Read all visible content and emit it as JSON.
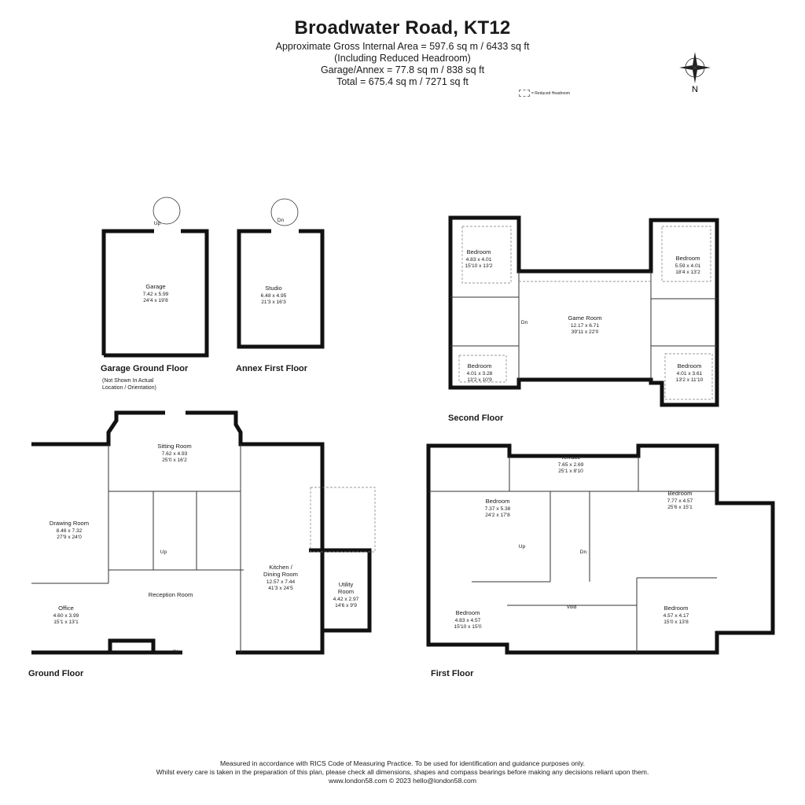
{
  "header": {
    "title": "Broadwater Road, KT12",
    "line1": "Approximate Gross Internal Area = 597.6 sq m / 6433 sq ft",
    "line2": "(Including Reduced Headroom)",
    "line3": "Garage/Annex = 77.8 sq m / 838 sq ft",
    "line4": "Total = 675.4 sq m / 7271 sq ft"
  },
  "legend": {
    "reduced_headroom": "= Reduced Headroom"
  },
  "compass": {
    "north": "N"
  },
  "floors": {
    "garage_ground": "Garage Ground Floor",
    "garage_note_1": "(Not Shown In Actual",
    "garage_note_2": "Location / Orientation)",
    "annex_first": "Annex First Floor",
    "second": "Second Floor",
    "ground": "Ground Floor",
    "first": "First Floor"
  },
  "rooms": {
    "garage": {
      "name": "Garage",
      "metric": "7.42 x 5.99",
      "imperial": "24'4 x 19'8"
    },
    "studio": {
      "name": "Studio",
      "metric": "6.48 x 4.95",
      "imperial": "21'3 x 16'3"
    },
    "sf_bed1": {
      "name": "Bedroom",
      "metric": "4.83 x 4.01",
      "imperial": "15'10 x 13'2"
    },
    "sf_bed2": {
      "name": "Bedroom",
      "metric": "5.59 x 4.01",
      "imperial": "18'4 x 13'2"
    },
    "game": {
      "name": "Game Room",
      "metric": "12.17 x 6.71",
      "imperial": "39'11 x 22'0"
    },
    "sf_bed3": {
      "name": "Bedroom",
      "metric": "4.01 x 3.28",
      "imperial": "13'2 x 10'9"
    },
    "sf_bed4": {
      "name": "Bedroom",
      "metric": "4.01 x 3.61",
      "imperial": "13'2 x 11'10"
    },
    "sitting": {
      "name": "Sitting Room",
      "metric": "7.62 x 4.93",
      "imperial": "25'0 x 16'2"
    },
    "drawing": {
      "name": "Drawing Room",
      "metric": "8.46 x 7.32",
      "imperial": "27'9 x 24'0"
    },
    "reception": {
      "name": "Reception Room"
    },
    "kitchen": {
      "name1": "Kitchen /",
      "name2": "Dining Room",
      "metric": "12.57 x 7.44",
      "imperial": "41'3 x 24'5"
    },
    "utility": {
      "name1": "Utility",
      "name2": "Room",
      "metric": "4.42 x 2.97",
      "imperial": "14'6 x 9'9"
    },
    "office": {
      "name": "Office",
      "metric": "4.60 x 3.99",
      "imperial": "15'1 x 13'1"
    },
    "terrace": {
      "name": "Terrace",
      "metric": "7.65 x 2.69",
      "imperial": "25'1 x 8'10"
    },
    "ff_bed1": {
      "name": "Bedroom",
      "metric": "7.37 x 5.38",
      "imperial": "24'2 x 17'8"
    },
    "ff_bed2": {
      "name": "Bedroom",
      "metric": "7.77 x 4.57",
      "imperial": "25'6 x 15'1"
    },
    "ff_bed3": {
      "name": "Bedroom",
      "metric": "4.83 x 4.57",
      "imperial": "15'10 x 15'0"
    },
    "ff_bed4": {
      "name": "Bedroom",
      "metric": "4.57 x 4.17",
      "imperial": "15'0 x 13'8"
    }
  },
  "markers": {
    "up": "Up",
    "dn": "Dn",
    "in": "IN",
    "void": "Void"
  },
  "footer": {
    "line1": "Measured in accordance with RICS Code of Measuring Practice. To be used for identification and guidance purposes only.",
    "line2": "Whilst every care is taken in the preparation of this plan, please check all dimensions, shapes and compass bearings before making any decisions reliant upon them.",
    "line3": "www.london58.com © 2023 hello@london58.com"
  }
}
